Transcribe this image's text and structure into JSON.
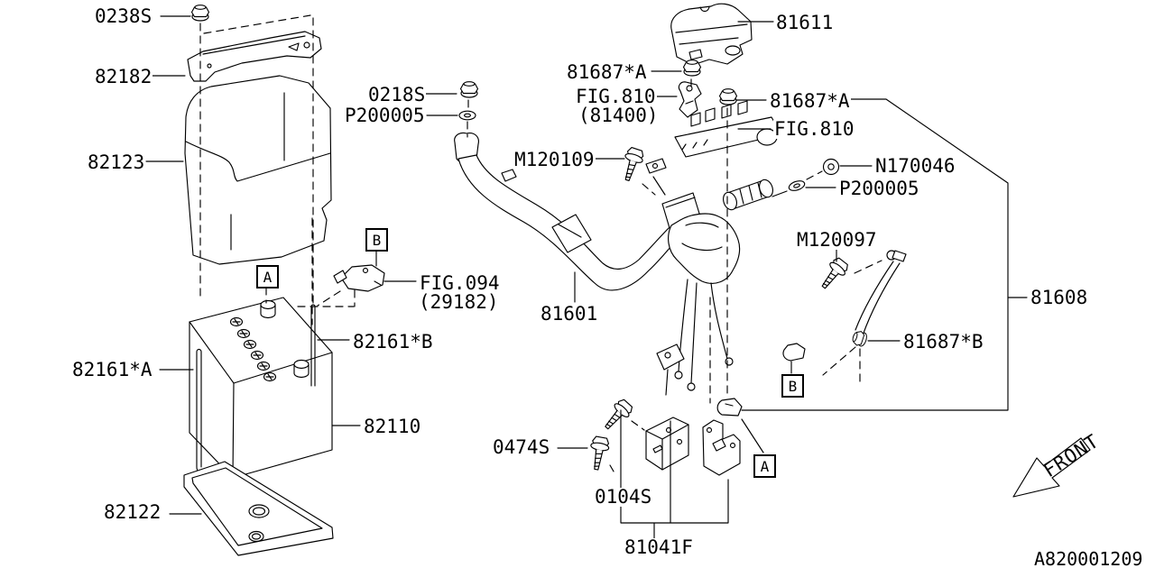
{
  "labels": {
    "b0238s": "0238S",
    "b82182": "82182",
    "b82123": "82123",
    "b0218s": "0218S",
    "p200005a": "P200005",
    "m120109": "M120109",
    "b81611": "81611",
    "n81687a1": "81687*A",
    "fig810a": "FIG.810",
    "fig810a_ref": "(81400)",
    "n81687a2": "81687*A",
    "fig810b": "FIG.810",
    "n170046": "N170046",
    "p200005b": "P200005",
    "m120097": "M120097",
    "b81608": "81608",
    "n81687b": "81687*B",
    "fig094": "FIG.094",
    "fig094_ref": "(29182)",
    "b82161b": "82161*B",
    "b82161a": "82161*A",
    "b82110": "82110",
    "b82122": "82122",
    "b81601": "81601",
    "b0474s": "0474S",
    "b0104s": "0104S",
    "b81041f": "81041F"
  },
  "markers": {
    "a": "A",
    "b": "B"
  },
  "footer": {
    "front": "FRONT",
    "code": "A820001209"
  },
  "colors": {
    "line": "#000000",
    "background": "#ffffff"
  }
}
